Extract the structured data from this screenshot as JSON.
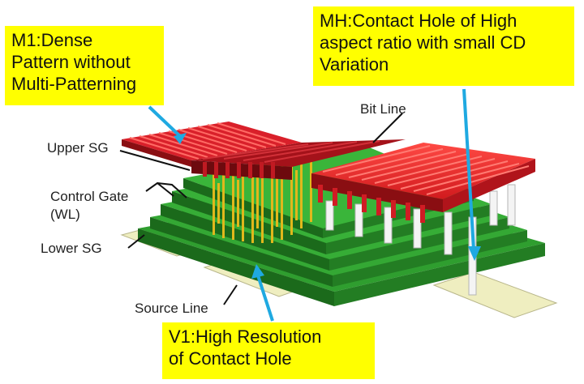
{
  "callouts": {
    "m1": "M1:Dense\nPattern without\nMulti-Patterning",
    "mh": "MH:Contact Hole of High\naspect ratio with small CD\nVariation",
    "v1": "V1:High Resolution\nof Contact Hole"
  },
  "labels": {
    "bit_line": "Bit Line",
    "upper_sg": "Upper SG",
    "control_gate": "Control Gate\n(WL)",
    "lower_sg": "Lower SG",
    "source_line": "Source Line"
  },
  "colors": {
    "callout_fill": "#ffff00",
    "arrow": "#1fa9e1",
    "bitline_top": "#e8262a",
    "bitline_side": "#8a0e12",
    "layer_top": "#2f9e2f",
    "layer_side": "#1b6a1b",
    "source_line": "#ecebb0",
    "pillar": "#f2f2f2",
    "contact": "#d9b21d"
  }
}
